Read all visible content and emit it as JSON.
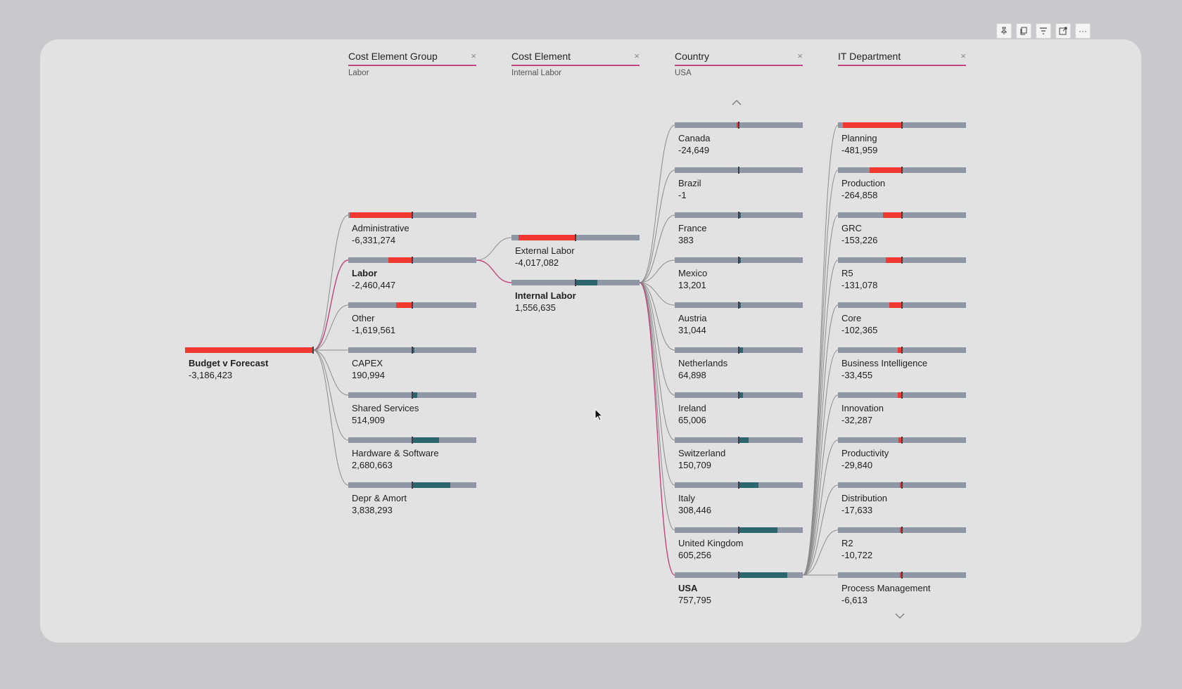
{
  "toolbar": {
    "buttons": [
      {
        "name": "pin-visual-button",
        "icon": "pin-icon"
      },
      {
        "name": "copy-visual-button",
        "icon": "copy-icon"
      },
      {
        "name": "filter-button",
        "icon": "filter-icon"
      },
      {
        "name": "focus-mode-button",
        "icon": "expand-icon"
      },
      {
        "name": "more-options-button",
        "icon": "more-icon",
        "glyph": "···"
      }
    ]
  },
  "levels": [
    {
      "title": "Cost Element Group",
      "selected": "Labor",
      "close": "×"
    },
    {
      "title": "Cost Element",
      "selected": "Internal Labor",
      "close": "×"
    },
    {
      "title": "Country",
      "selected": "USA",
      "close": "×"
    },
    {
      "title": "IT Department",
      "selected": "",
      "close": "×"
    }
  ],
  "colors": {
    "negative": "#f03a2f",
    "positive": "#2d666c",
    "track": "#8f97a6",
    "link": "#8b8b8b",
    "selected_link": "#c0447d"
  },
  "tree": {
    "root": {
      "label": "Budget v Forecast",
      "value": -3186423
    },
    "columns": [
      {
        "selected_index": 1,
        "nodes": [
          {
            "label": "Administrative",
            "value": -6331274
          },
          {
            "label": "Labor",
            "value": -2460447
          },
          {
            "label": "Other",
            "value": -1619561
          },
          {
            "label": "CAPEX",
            "value": 190994
          },
          {
            "label": "Shared Services",
            "value": 514909
          },
          {
            "label": "Hardware & Software",
            "value": 2680663
          },
          {
            "label": "Depr & Amort",
            "value": 3838293
          }
        ]
      },
      {
        "selected_index": 1,
        "nodes": [
          {
            "label": "External Labor",
            "value": -4017082
          },
          {
            "label": "Internal Labor",
            "value": 1556635
          }
        ]
      },
      {
        "selected_index": 10,
        "nodes": [
          {
            "label": "Canada",
            "value": -24649
          },
          {
            "label": "Brazil",
            "value": -1
          },
          {
            "label": "France",
            "value": 383
          },
          {
            "label": "Mexico",
            "value": 13201
          },
          {
            "label": "Austria",
            "value": 31044
          },
          {
            "label": "Netherlands",
            "value": 64898
          },
          {
            "label": "Ireland",
            "value": 65006
          },
          {
            "label": "Switzerland",
            "value": 150709
          },
          {
            "label": "Italy",
            "value": 308446
          },
          {
            "label": "United Kingdom",
            "value": 605256
          },
          {
            "label": "USA",
            "value": 757795
          }
        ]
      },
      {
        "selected_index": -1,
        "nodes": [
          {
            "label": "Planning",
            "value": -481959
          },
          {
            "label": "Production",
            "value": -264858
          },
          {
            "label": "GRC",
            "value": -153226
          },
          {
            "label": "R5",
            "value": -131078
          },
          {
            "label": "Core",
            "value": -102365
          },
          {
            "label": "Business Intelligence",
            "value": -33455
          },
          {
            "label": "Innovation",
            "value": -32287
          },
          {
            "label": "Productivity",
            "value": -29840
          },
          {
            "label": "Distribution",
            "value": -17633
          },
          {
            "label": "R2",
            "value": -10722
          },
          {
            "label": "Process Management",
            "value": -6613
          }
        ]
      }
    ]
  }
}
